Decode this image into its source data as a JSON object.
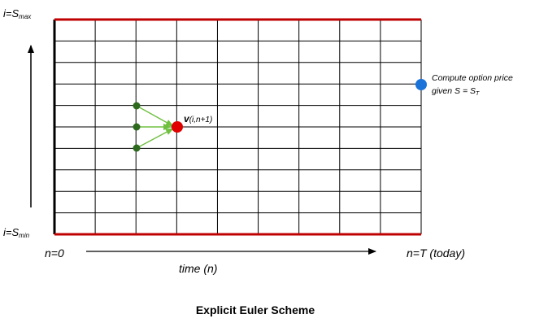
{
  "labels": {
    "s_max": {
      "base": "i=S",
      "sub": "max"
    },
    "s_min": {
      "base": "i=S",
      "sub": "min"
    },
    "n_zero": "n=0",
    "n_T": "n=T (today)",
    "time_axis": "time (n)",
    "node_label": {
      "v": "v",
      "idx": "(i,n+1)"
    },
    "annotation": {
      "line1": "Compute option price",
      "line2_prefix": "given S = S",
      "line2_sub": "T"
    },
    "caption": "Explicit Euler Scheme"
  },
  "grid": {
    "columns": 9,
    "rows": 10
  },
  "colors": {
    "grid_line": "#000000",
    "boundary": "#c00000",
    "stencil_node": "#2d6a1e",
    "stencil_arrow": "#70c040",
    "target_node": "#e00000",
    "terminal_node": "#1a73d9"
  }
}
